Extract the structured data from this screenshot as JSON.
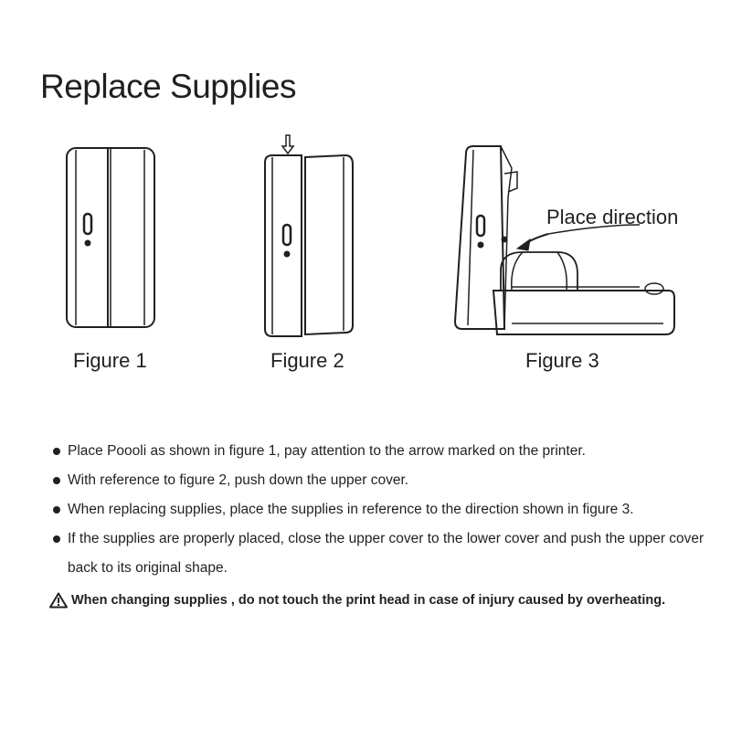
{
  "title": "Replace Supplies",
  "figures": {
    "figure1_caption": "Figure 1",
    "figure2_caption": "Figure 2",
    "figure3_caption": "Figure 3",
    "figure3_label": "Place direction"
  },
  "instructions": [
    "Place Poooli as shown in figure 1, pay attention to the arrow marked on the printer.",
    "With reference to figure 2, push down the upper cover.",
    "When replacing supplies, place the supplies in reference to the direction shown in figure 3.",
    "If the supplies are properly placed, close the upper cover to the lower cover and push the upper cover back to its original shape."
  ],
  "warning": {
    "icon": "warning-triangle-icon",
    "text": "When changing supplies , do not touch the print head in case of injury caused by overheating."
  }
}
